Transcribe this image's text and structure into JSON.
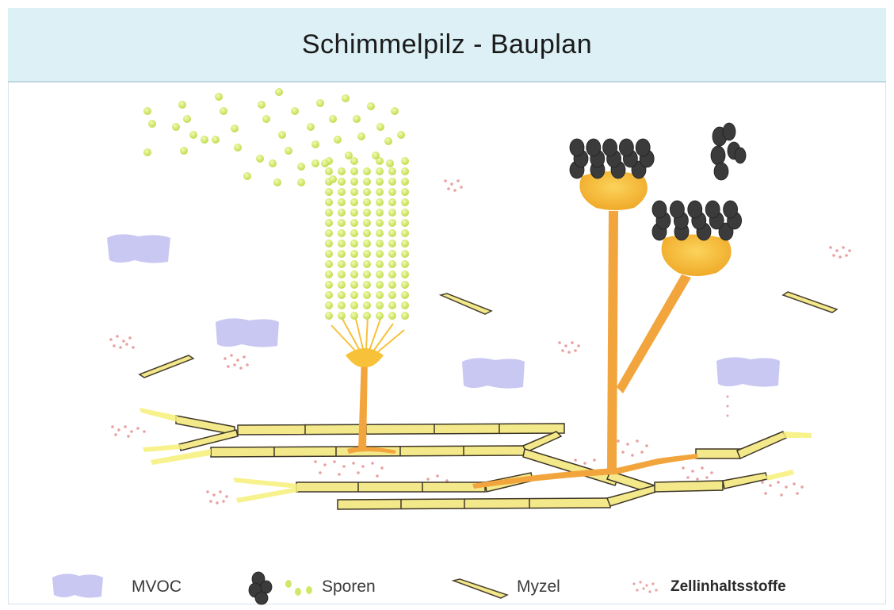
{
  "title": "Schimmelpilz - Bauplan",
  "legend": {
    "mvoc": "MVOC",
    "sporen": "Sporen",
    "myzel": "Myzel",
    "zellinhaltsstoffe": "Zellinhaltsstoffe"
  },
  "colors": {
    "title_bg": "#dcf0f6",
    "mvoc": "#c9c8f2",
    "spore_green": "#cfe86a",
    "spore_dark": "#3b3b3b",
    "mycelium": "#f3e98a",
    "stalk": "#f2a53c",
    "vesicle": "#f7c23a",
    "cell_dots": "#e9a0a0"
  }
}
